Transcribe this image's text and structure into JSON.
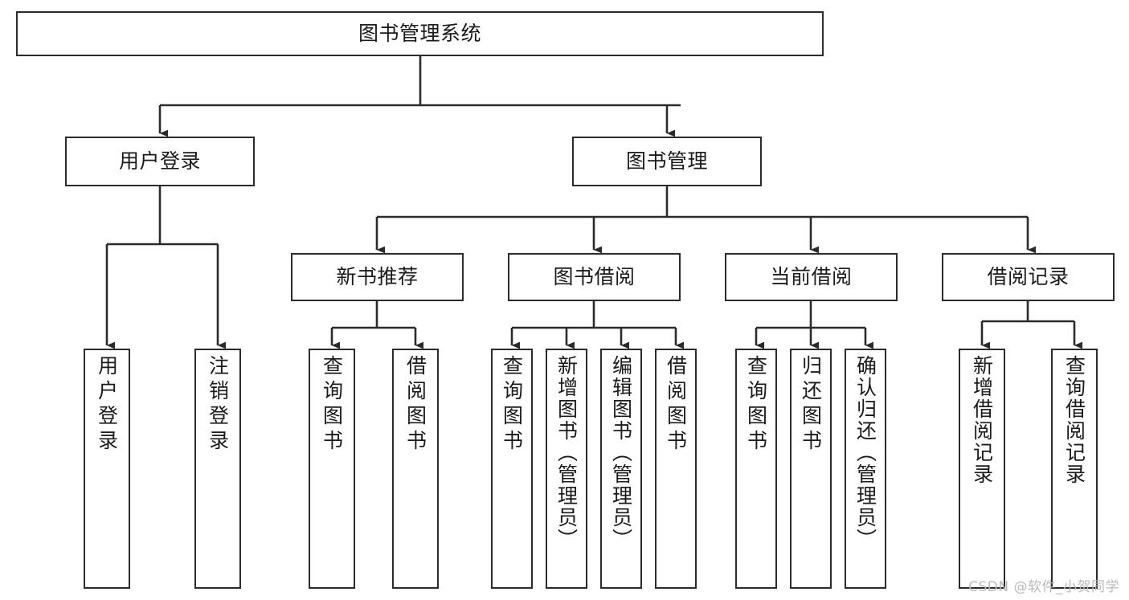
{
  "diagram": {
    "title": "图书管理系统",
    "watermark": "CSDN @软件_小贺同学",
    "stroke_color": "#2b2b2b",
    "fill_color": "#ffffff",
    "text_color": "#1a1a1a",
    "watermark_color": "#b9b9b9"
  },
  "nodes": {
    "root": {
      "label": "图书管理系统"
    },
    "level1": [
      {
        "label": "用户登录"
      },
      {
        "label": "图书管理"
      }
    ],
    "level2": [
      {
        "label": "新书推荐"
      },
      {
        "label": "图书借阅"
      },
      {
        "label": "当前借阅"
      },
      {
        "label": "借阅记录"
      }
    ],
    "leaves": {
      "user_login": [
        {
          "label": "用户登录"
        },
        {
          "label": "注销登录"
        }
      ],
      "new_book": [
        {
          "label": "查询图书"
        },
        {
          "label": "借阅图书"
        }
      ],
      "book_borrow": [
        {
          "label": "查询图书"
        },
        {
          "label": "新增图书（管理员）"
        },
        {
          "label": "编辑图书（管理员）"
        },
        {
          "label": "借阅图书"
        }
      ],
      "current_borrow": [
        {
          "label": "查询图书"
        },
        {
          "label": "归还图书"
        },
        {
          "label": "确认归还（管理员）"
        }
      ],
      "borrow_record": [
        {
          "label": "新增借阅记录"
        },
        {
          "label": "查询借阅记录"
        }
      ]
    }
  }
}
